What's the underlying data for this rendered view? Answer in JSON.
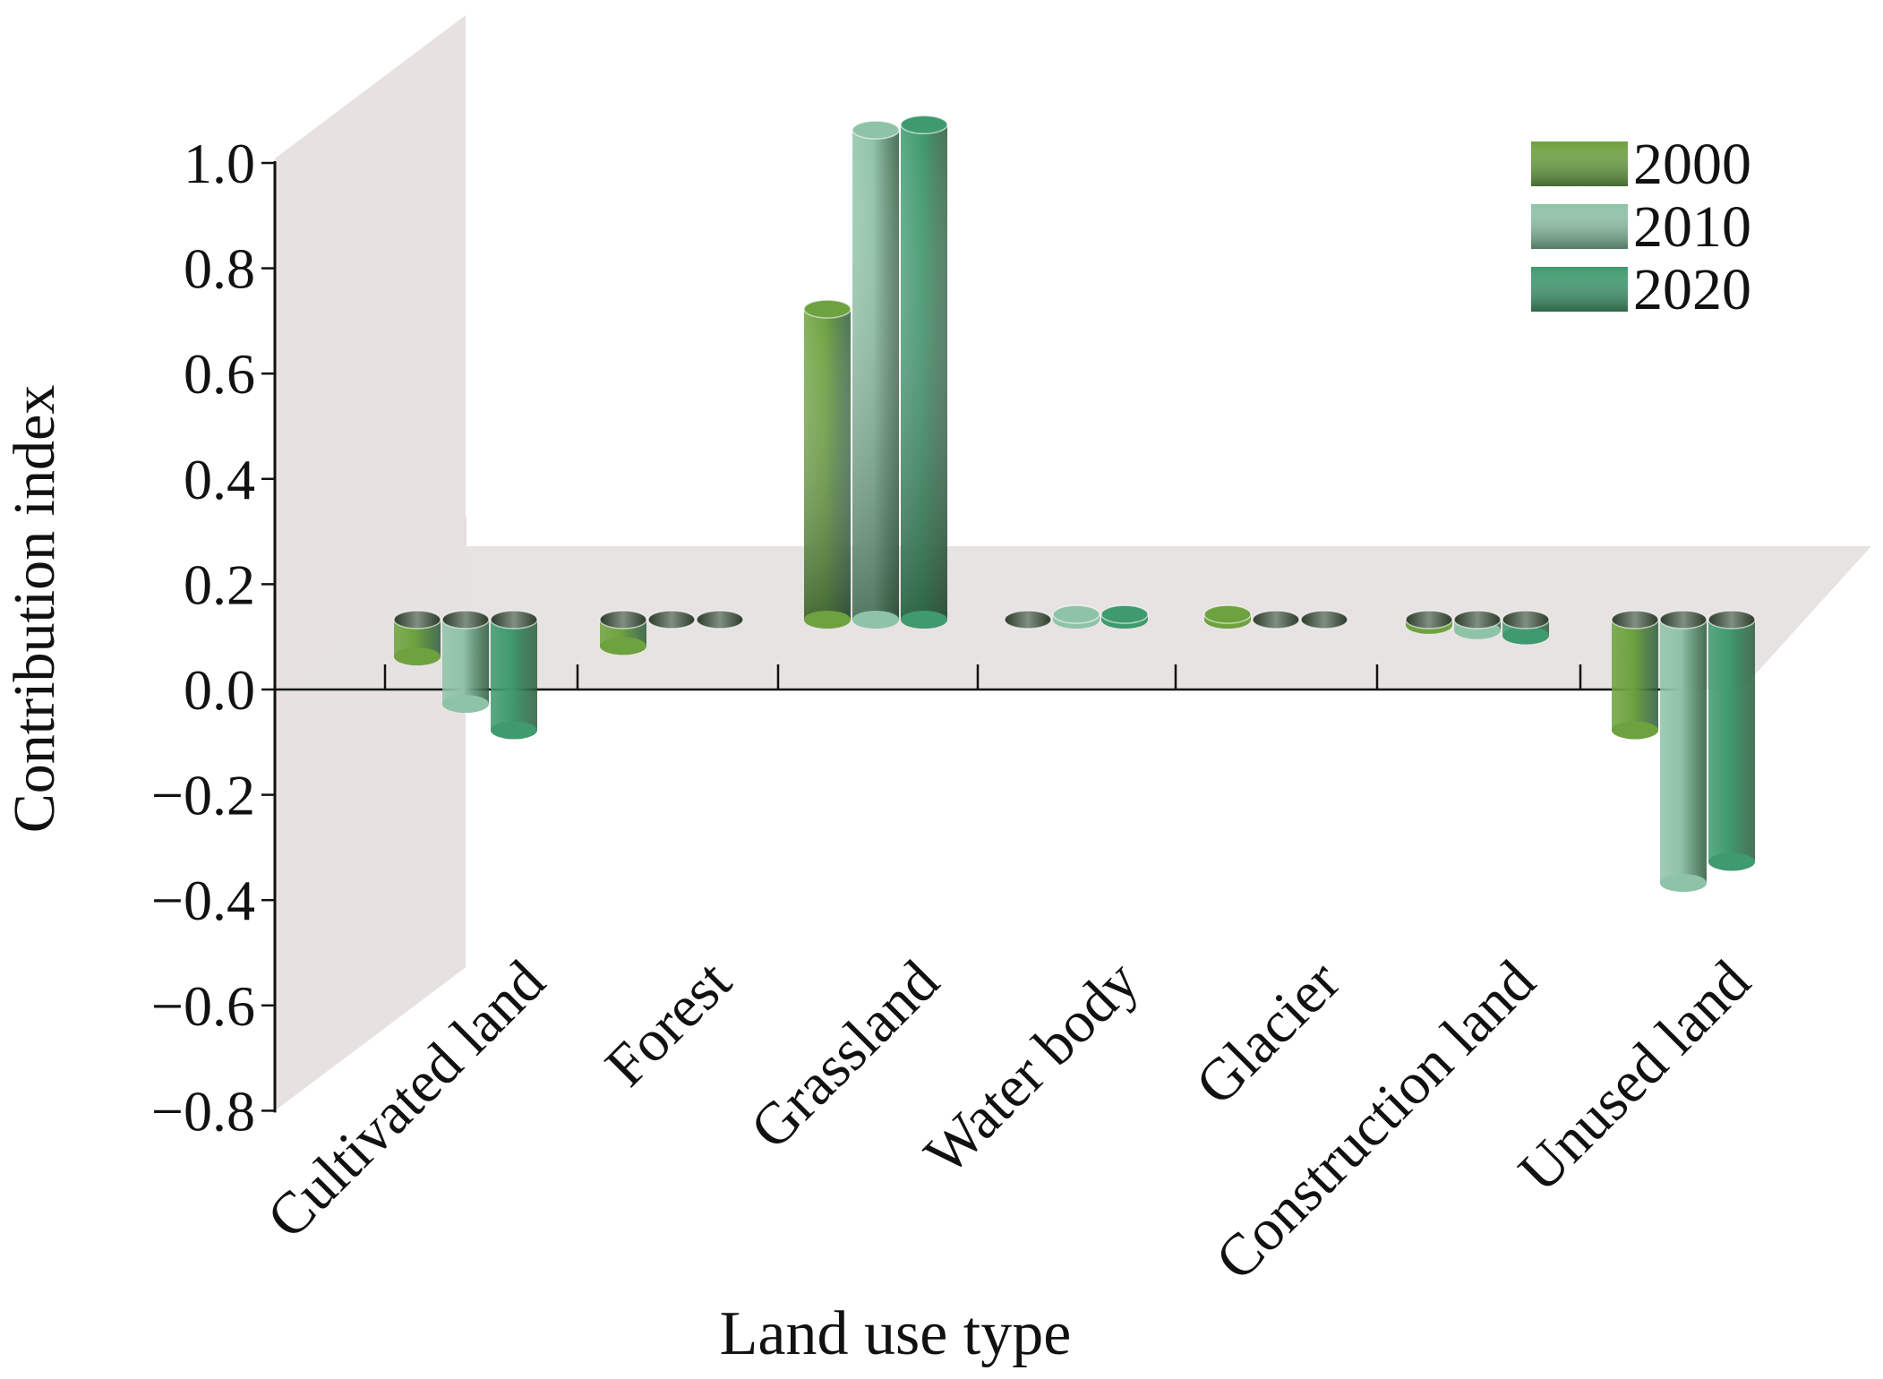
{
  "chart_data": {
    "type": "bar",
    "title": "",
    "xlabel": "Land use type",
    "ylabel": "Contribution index",
    "categories": [
      "Cultivated land",
      "Forest",
      "Grassland",
      "Water body",
      "Glacier",
      "Construction land",
      "Unused land"
    ],
    "series": [
      {
        "name": "2000",
        "values": [
          -0.07,
          -0.05,
          0.59,
          0.0,
          0.01,
          -0.01,
          -0.21
        ]
      },
      {
        "name": "2010",
        "values": [
          -0.16,
          0.0,
          0.93,
          0.01,
          0.0,
          -0.02,
          -0.5
        ]
      },
      {
        "name": "2020",
        "values": [
          -0.21,
          0.0,
          0.94,
          0.01,
          0.0,
          -0.03,
          -0.46
        ]
      }
    ],
    "ylim": [
      -0.8,
      1.0
    ],
    "yticks": [
      "1.0",
      "0.8",
      "0.6",
      "0.4",
      "0.2",
      "0.0",
      "−0.2",
      "−0.4",
      "−0.6",
      "−0.8"
    ],
    "legend_position": "top-right",
    "grid": false,
    "style": "3d-cylinder",
    "colors": {
      "2000": "#6ea23f",
      "2010": "#8fc3a8",
      "2020": "#3f9a6f",
      "wall": "#e7e1e1",
      "floor": "#e7e1e1"
    }
  }
}
